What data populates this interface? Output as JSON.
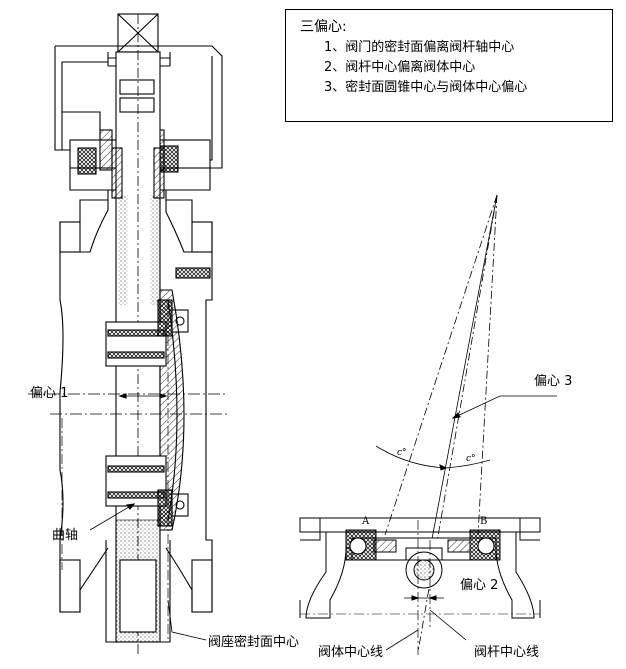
{
  "legend": {
    "title": "三偏心:",
    "items": [
      "1、阀门的密封面偏离阀杆轴中心",
      "2、阀杆中心偏离阀体中心",
      "3、密封面圆锥中心与阀体中心偏心"
    ]
  },
  "labels": {
    "eccentric1": "偏心 1",
    "crankshaft": "曲轴",
    "seat_center": "阀座密封面中心",
    "eccentric3": "偏心 3",
    "eccentric2": "偏心 2",
    "body_centerline": "阀体中心线",
    "stem_centerline": "阀杆中心线",
    "point_a": "A",
    "point_b": "B",
    "angle_left": "c°",
    "angle_right": "c°"
  }
}
